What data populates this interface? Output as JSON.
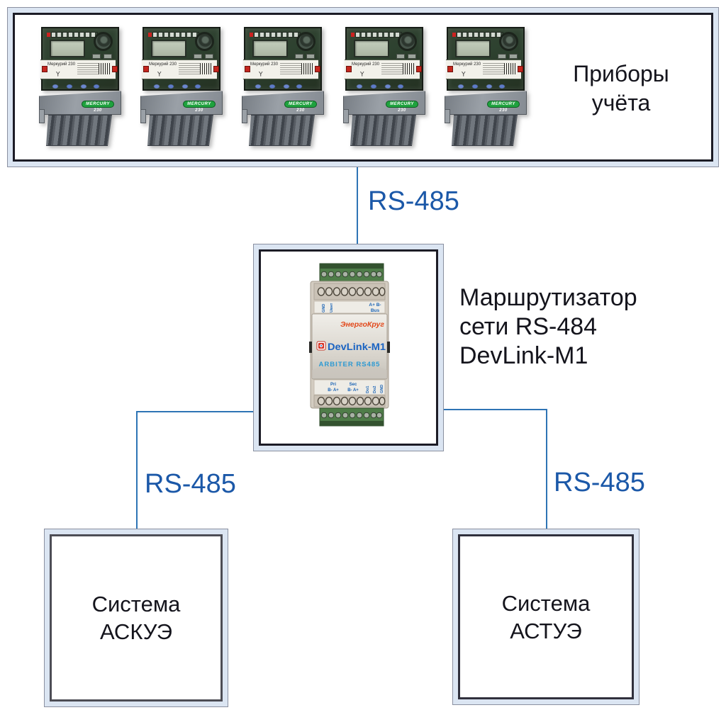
{
  "colors": {
    "connector_blue": "#2e74b5",
    "rs_label_blue": "#1b58a8",
    "frame_band": "#dbe5f2",
    "frame_border_dark": "#1c1c26",
    "heading_text": "#14141c",
    "devlink_vendor_red": "#e2491c",
    "devlink_model_blue": "#1b64c2",
    "devlink_subtitle_blue": "#2d9ad3"
  },
  "meters_box": {
    "title_line1": "Приборы",
    "title_line2": "учёта",
    "meter_count": 5
  },
  "meter": {
    "brand": "Меркурий 230",
    "hood_badge": "MERCURY 230"
  },
  "router": {
    "caption_line1": "Маршрутизатор",
    "caption_line2": "сети RS-484",
    "caption_line3": "DevLink-M1",
    "device": {
      "vendor": "ЭнергоКруг",
      "model": "DevLink-M1",
      "subtitle": "ARBITER RS485",
      "pin_top_gnd": "GND",
      "pin_top_u": "Uвнт",
      "pin_top_ab": "A+ B-",
      "pin_top_bus": "Bus",
      "pin_pri": "Pri",
      "pin_pri_sub": "B- A+",
      "pin_sec": "Sec",
      "pin_sec_sub": "B- A+",
      "pin_do1": "Do1",
      "pin_do2": "Do2",
      "pin_gnd": "GND"
    }
  },
  "links": {
    "top": "RS-485",
    "left": "RS-485",
    "right": "RS-485"
  },
  "systems": {
    "left_line1": "Система",
    "left_line2": "АСКУЭ",
    "right_line1": "Система",
    "right_line2": "АСТУЭ"
  }
}
